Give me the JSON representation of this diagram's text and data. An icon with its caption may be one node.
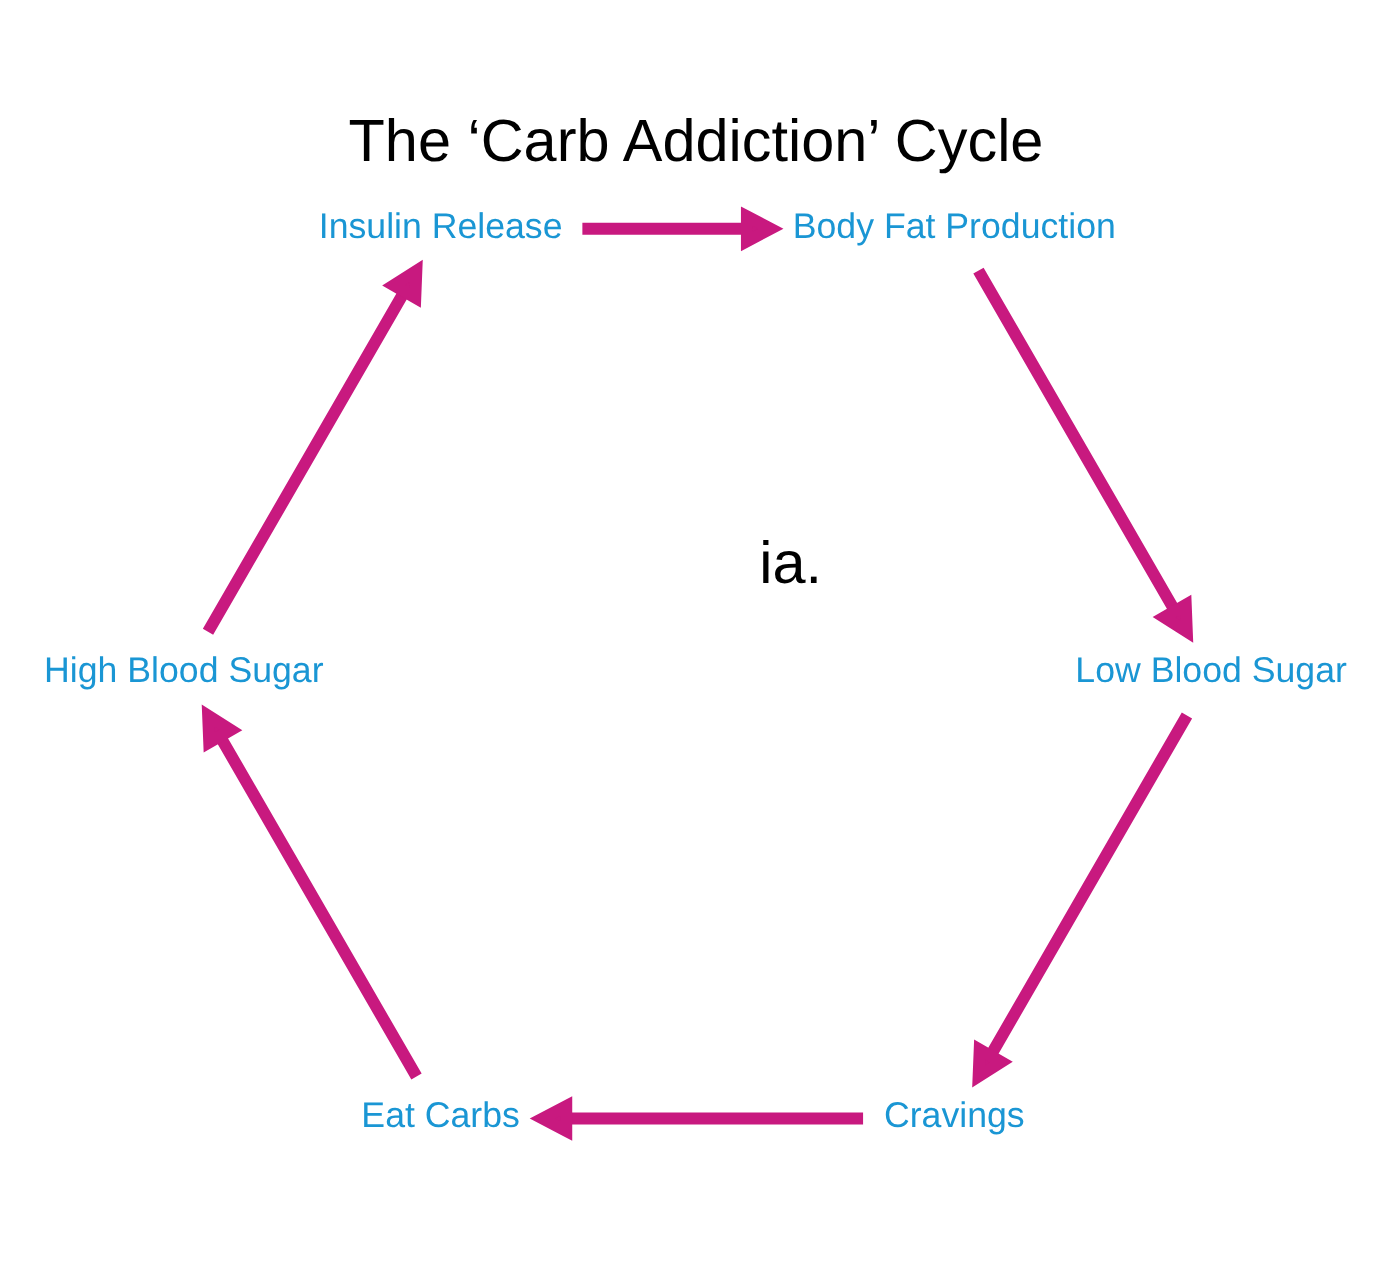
{
  "diagram": {
    "title": "The ‘Carb Addiction’ Cycle",
    "nodes": [
      {
        "text": [
          "Cravings"
        ]
      },
      {
        "text": [
          "Eat Carbs"
        ]
      },
      {
        "text": [
          "High Blood Sugar"
        ]
      },
      {
        "text": [
          "Insulin Release"
        ]
      },
      {
        "text": [
          "Body Fat Production"
        ]
      },
      {
        "text": [
          "Low Blood Sugar"
        ]
      }
    ],
    "edges": [
      {
        "from": 0,
        "to": 1,
        "arrow": "to"
      },
      {
        "from": 1,
        "to": 2,
        "arrow": "to"
      },
      {
        "from": 2,
        "to": 3,
        "arrow": "to"
      },
      {
        "from": 3,
        "to": 4,
        "arrow": "to"
      },
      {
        "from": 4,
        "to": 5,
        "arrow": "to"
      },
      {
        "from": 5,
        "to": 0,
        "arrow": "to"
      }
    ],
    "labels": [
      "ia."
    ]
  }
}
